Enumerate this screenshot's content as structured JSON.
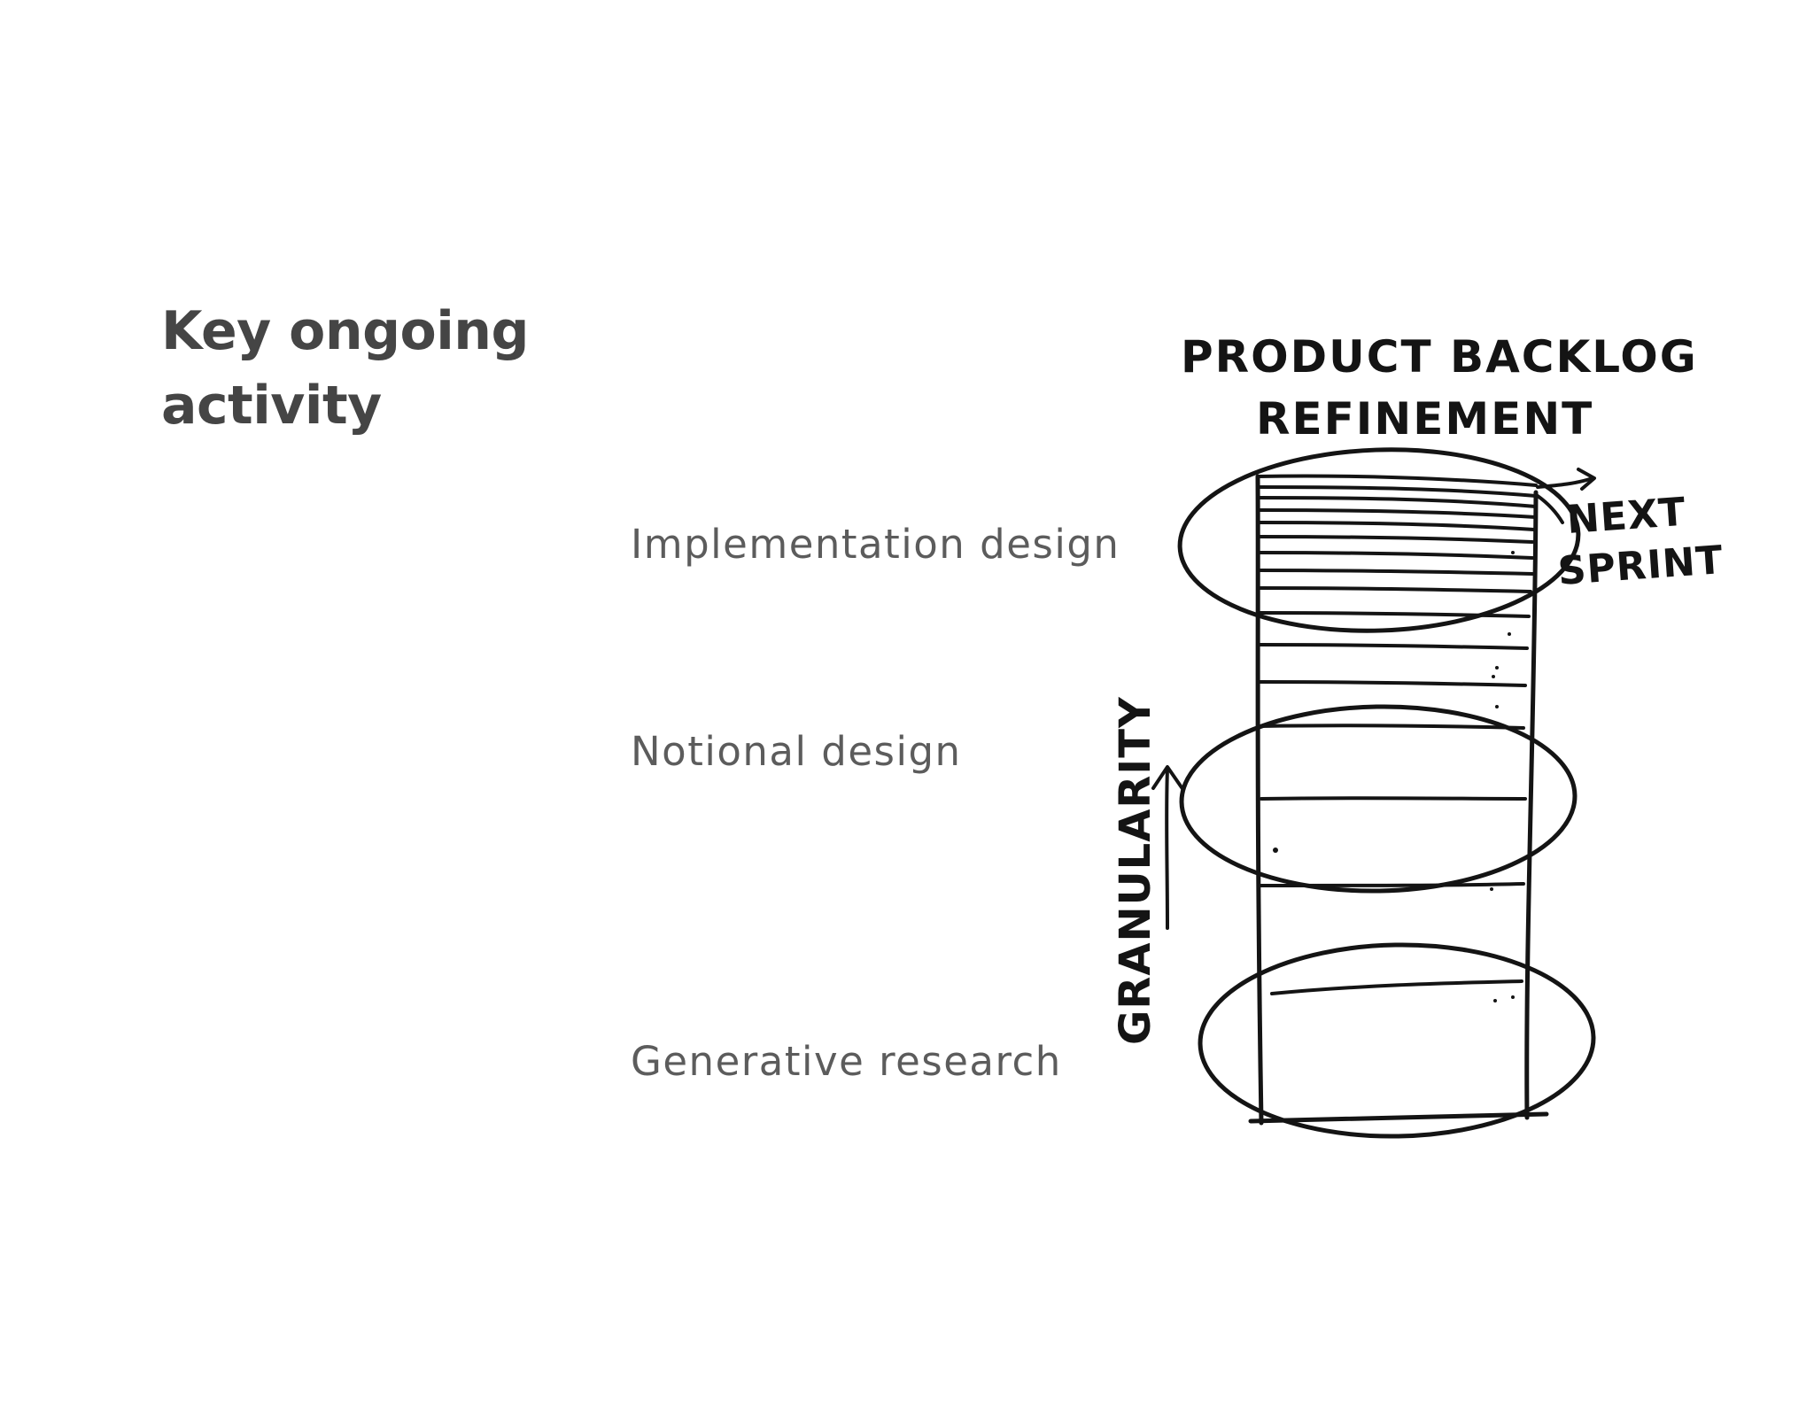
{
  "slide": {
    "title_lines": [
      "Key ongoing",
      "activity"
    ]
  },
  "stages": [
    {
      "label": "Implementation design"
    },
    {
      "label": "Notional design"
    },
    {
      "label": "Generative research"
    }
  ],
  "sketch": {
    "heading_lines": [
      "PRODUCT BACKLOG",
      "REFINEMENT"
    ],
    "next_sprint_lines": [
      "NEXT",
      "SPRINT"
    ],
    "axis_label": "GRANULARITY",
    "ink_color": "#141414"
  }
}
